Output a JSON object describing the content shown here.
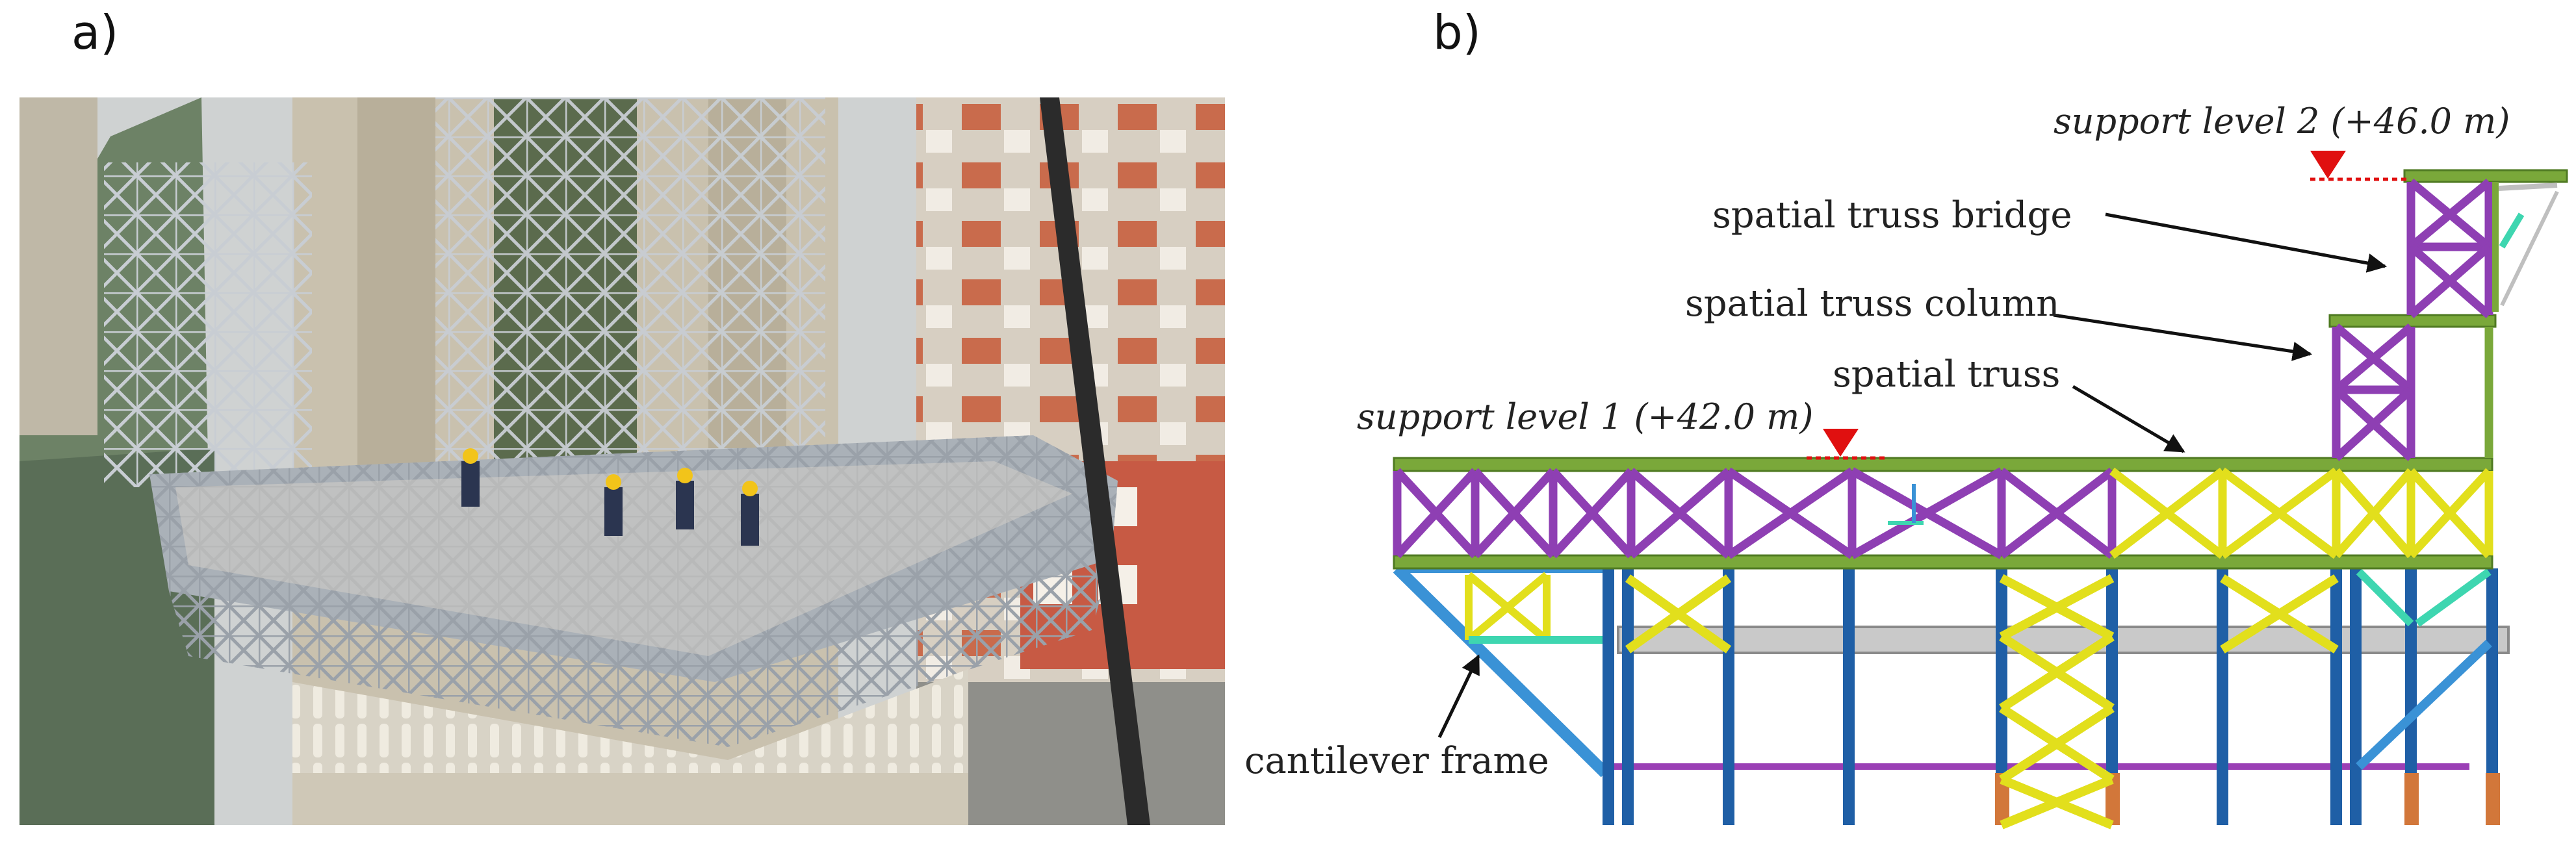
{
  "panels": {
    "a": {
      "label": "a)"
    },
    "b": {
      "label": "b)"
    }
  },
  "annotations": {
    "support_level_2": "support level 2 (+46.0 m)",
    "support_level_1": "support level 1 (+42.0 m)",
    "spatial_truss_bridge": "spatial truss bridge",
    "spatial_truss_column": "spatial truss column",
    "spatial_truss": "spatial truss",
    "cantilever_frame": "cantilever frame"
  },
  "colors": {
    "chord_green": "#7aa83a",
    "diagonal_purple": "#8e3fb3",
    "diagonal_yellow": "#e2df1c",
    "column_blue": "#1f5fa6",
    "brace_lightblue": "#3a92d6",
    "base_orange": "#d2773a",
    "support_red": "#e01010",
    "connector_teal": "#3ed6b0",
    "beam_grey": "#bfbfbf"
  },
  "icons": [
    "support-triangle-icon",
    "arrow-icon"
  ]
}
